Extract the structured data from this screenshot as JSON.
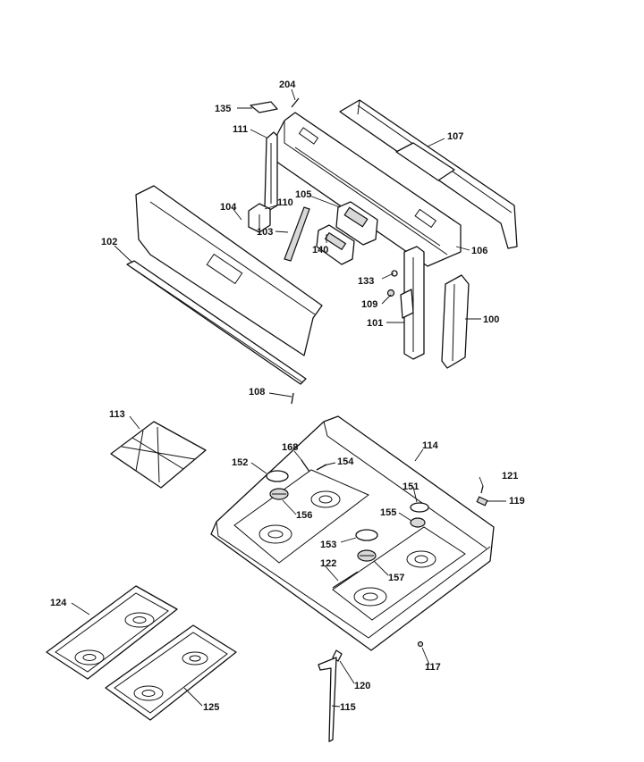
{
  "diagram": {
    "labels": {
      "p100": "100",
      "p101": "101",
      "p102": "102",
      "p103": "103",
      "p104": "104",
      "p105": "105",
      "p106": "106",
      "p107": "107",
      "p108": "108",
      "p109": "109",
      "p110": "110",
      "p111": "111",
      "p113": "113",
      "p114": "114",
      "p115": "115",
      "p117": "117",
      "p119": "119",
      "p120": "120",
      "p121": "121",
      "p122": "122",
      "p124": "124",
      "p125": "125",
      "p133": "133",
      "p135": "135",
      "p140": "140",
      "p151": "151",
      "p152": "152",
      "p153": "153",
      "p154": "154",
      "p155": "155",
      "p156": "156",
      "p157": "157",
      "p168": "168",
      "p204": "204"
    }
  }
}
